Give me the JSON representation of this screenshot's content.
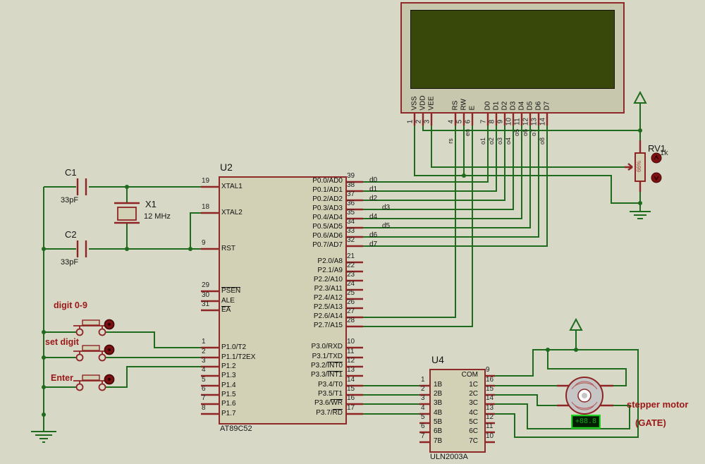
{
  "colors": {
    "wire_green": "#1e6b1e",
    "component_red": "#8e2a2a",
    "annotation_red": "#9b1717",
    "background": "#d8d8c7",
    "lcd_screen": "#37480a",
    "display_green": "#12a812"
  },
  "lcd": {
    "pins": [
      {
        "num": "1",
        "name": "VSS",
        "net": ""
      },
      {
        "num": "2",
        "name": "VDD",
        "net": ""
      },
      {
        "num": "3",
        "name": "VEE",
        "net": ""
      },
      {
        "num": "4",
        "name": "RS",
        "net": "rs"
      },
      {
        "num": "5",
        "name": "RW",
        "net": ""
      },
      {
        "num": "6",
        "name": "E",
        "net": "en"
      },
      {
        "num": "7",
        "name": "D0",
        "net": "o1"
      },
      {
        "num": "8",
        "name": "D1",
        "net": "o2"
      },
      {
        "num": "9",
        "name": "D2",
        "net": "o3"
      },
      {
        "num": "10",
        "name": "D3",
        "net": "o4"
      },
      {
        "num": "11",
        "name": "D4",
        "net": "o5"
      },
      {
        "num": "12",
        "name": "D5",
        "net": "o6"
      },
      {
        "num": "13",
        "name": "D6",
        "net": "o7"
      },
      {
        "num": "14",
        "name": "D7",
        "net": "o8"
      }
    ]
  },
  "u2": {
    "ref": "U2",
    "part": "AT89C52",
    "left": [
      {
        "num": "19",
        "pre": "XTAL1",
        "ov": ""
      },
      {
        "num": "18",
        "pre": "XTAL2",
        "ov": ""
      },
      {
        "num": "9",
        "pre": "RST",
        "ov": ""
      },
      {
        "num": "29",
        "pre": "",
        "ov": "PSEN"
      },
      {
        "num": "30",
        "pre": "ALE",
        "ov": ""
      },
      {
        "num": "31",
        "pre": "",
        "ov": "EA"
      },
      {
        "num": "1",
        "pre": "P1.0/T2",
        "ov": ""
      },
      {
        "num": "2",
        "pre": "P1.1/T2EX",
        "ov": ""
      },
      {
        "num": "3",
        "pre": "P1.2",
        "ov": ""
      },
      {
        "num": "4",
        "pre": "P1.3",
        "ov": ""
      },
      {
        "num": "5",
        "pre": "P1.4",
        "ov": ""
      },
      {
        "num": "6",
        "pre": "P1.5",
        "ov": ""
      },
      {
        "num": "7",
        "pre": "P1.6",
        "ov": ""
      },
      {
        "num": "8",
        "pre": "P1.7",
        "ov": ""
      }
    ],
    "right": [
      {
        "num": "39",
        "pre": "P0.0/AD0",
        "ov": ""
      },
      {
        "num": "38",
        "pre": "P0.1/AD1",
        "ov": ""
      },
      {
        "num": "37",
        "pre": "P0.2/AD2",
        "ov": ""
      },
      {
        "num": "36",
        "pre": "P0.3/AD3",
        "ov": ""
      },
      {
        "num": "35",
        "pre": "P0.4/AD4",
        "ov": ""
      },
      {
        "num": "34",
        "pre": "P0.5/AD5",
        "ov": ""
      },
      {
        "num": "33",
        "pre": "P0.6/AD6",
        "ov": ""
      },
      {
        "num": "32",
        "pre": "P0.7/AD7",
        "ov": ""
      },
      {
        "num": "21",
        "pre": "P2.0/A8",
        "ov": ""
      },
      {
        "num": "22",
        "pre": "P2.1/A9",
        "ov": ""
      },
      {
        "num": "23",
        "pre": "P2.2/A10",
        "ov": ""
      },
      {
        "num": "24",
        "pre": "P2.3/A11",
        "ov": ""
      },
      {
        "num": "25",
        "pre": "P2.4/A12",
        "ov": ""
      },
      {
        "num": "26",
        "pre": "P2.5/A13",
        "ov": ""
      },
      {
        "num": "27",
        "pre": "P2.6/A14",
        "ov": ""
      },
      {
        "num": "28",
        "pre": "P2.7/A15",
        "ov": ""
      },
      {
        "num": "10",
        "pre": "P3.0/RXD",
        "ov": ""
      },
      {
        "num": "11",
        "pre": "P3.1/TXD",
        "ov": ""
      },
      {
        "num": "12",
        "pre": "P3.2/",
        "ov": "INT0"
      },
      {
        "num": "13",
        "pre": "P3.3/",
        "ov": "INT1"
      },
      {
        "num": "14",
        "pre": "P3.4/T0",
        "ov": ""
      },
      {
        "num": "15",
        "pre": "P3.5/T1",
        "ov": ""
      },
      {
        "num": "16",
        "pre": "P3.6/",
        "ov": "WR"
      },
      {
        "num": "17",
        "pre": "P3.7/",
        "ov": "RD"
      }
    ]
  },
  "u4": {
    "ref": "U4",
    "part": "ULN2003A",
    "left": [
      {
        "num": "1",
        "name": "1B"
      },
      {
        "num": "2",
        "name": "2B"
      },
      {
        "num": "3",
        "name": "3B"
      },
      {
        "num": "4",
        "name": "4B"
      },
      {
        "num": "5",
        "name": "5B"
      },
      {
        "num": "6",
        "name": "6B"
      },
      {
        "num": "7",
        "name": "7B"
      }
    ],
    "right": [
      {
        "num": "9",
        "name": "COM"
      },
      {
        "num": "16",
        "name": "1C"
      },
      {
        "num": "15",
        "name": "2C"
      },
      {
        "num": "14",
        "name": "3C"
      },
      {
        "num": "13",
        "name": "4C"
      },
      {
        "num": "12",
        "name": "5C"
      },
      {
        "num": "11",
        "name": "6C"
      },
      {
        "num": "10",
        "name": "7C"
      }
    ]
  },
  "c1": {
    "ref": "C1",
    "value": "33pF"
  },
  "c2": {
    "ref": "C2",
    "value": "33pF"
  },
  "x1": {
    "ref": "X1",
    "value": "12 MHz"
  },
  "rv1": {
    "ref": "RV1",
    "value": "1k",
    "percent": "66%"
  },
  "buttons": [
    {
      "label": "digit 0-9"
    },
    {
      "label": "set digit"
    },
    {
      "label": "Enter"
    }
  ],
  "nets": [
    "d0",
    "d1",
    "d2",
    "d3",
    "d4",
    "d5",
    "d6",
    "d7"
  ],
  "motor": {
    "label": "stepper motor",
    "sublabel": "(GATE)",
    "display": "+88.8"
  }
}
